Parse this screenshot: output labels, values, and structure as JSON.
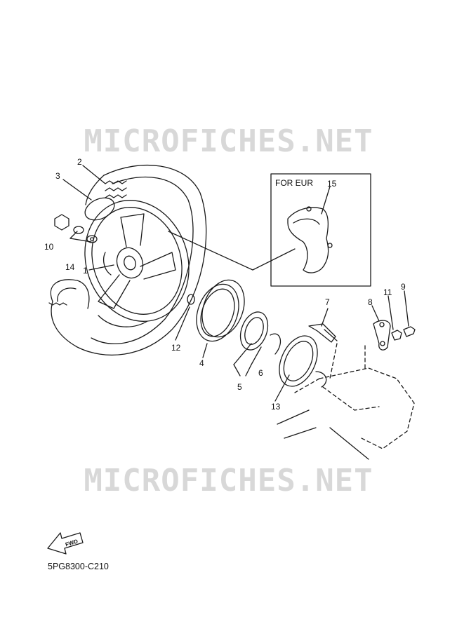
{
  "watermark": {
    "text": "MICROFICHES.NET"
  },
  "inset": {
    "label": "FOR EUR"
  },
  "part_numbers": [
    "1",
    "2",
    "3",
    "4",
    "5",
    "6",
    "7",
    "8",
    "9",
    "10",
    "11",
    "12",
    "13",
    "14",
    "15"
  ],
  "direction_tag": {
    "label": "FWD"
  },
  "diagram_code": "5PG8300-C210",
  "colors": {
    "line": "#1a1a1a",
    "watermark": "#d8d8d8",
    "background": "#ffffff"
  }
}
